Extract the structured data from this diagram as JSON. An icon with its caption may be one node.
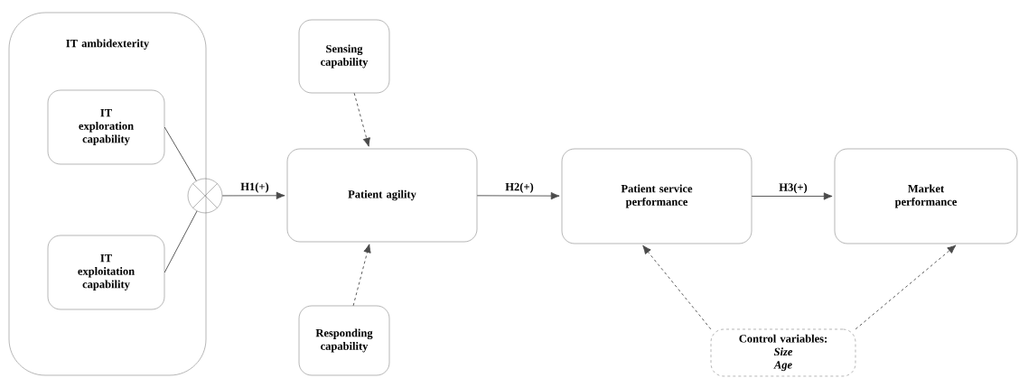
{
  "diagram": {
    "nodes": [
      {
        "text": [
          "IT ambidexterity"
        ]
      },
      {
        "text": [
          "IT exploration capability"
        ],
        "in": 0
      },
      {
        "text": [
          "IT exploitation capability"
        ],
        "in": 0
      },
      {
        "text": [],
        "shape": "circle"
      },
      {
        "text": [
          "Sensing capability"
        ]
      },
      {
        "text": [
          "Patient agility"
        ]
      },
      {
        "text": [
          "Responding capability"
        ]
      },
      {
        "text": [
          "Patient service performance"
        ]
      },
      {
        "text": [
          "Market performance"
        ]
      },
      {
        "text": [
          "Control variables:",
          "Size",
          "Age"
        ]
      }
    ],
    "edges": [
      {
        "from": 1,
        "to": 3,
        "arrow": "none"
      },
      {
        "from": 2,
        "to": 3,
        "arrow": "none"
      },
      {
        "from": 3,
        "to": 5,
        "arrow": "to",
        "label": "H1(+)"
      },
      {
        "from": 4,
        "to": 5,
        "arrow": "to",
        "style": "dashed"
      },
      {
        "from": 6,
        "to": 5,
        "arrow": "to",
        "style": "dashed"
      },
      {
        "from": 5,
        "to": 7,
        "arrow": "to",
        "label": "H2(+)"
      },
      {
        "from": 7,
        "to": 8,
        "arrow": "to",
        "label": "H3(+)"
      },
      {
        "from": 9,
        "to": 7,
        "arrow": "to",
        "style": "dashed"
      },
      {
        "from": 9,
        "to": 8,
        "arrow": "to",
        "style": "dashed"
      }
    ]
  }
}
